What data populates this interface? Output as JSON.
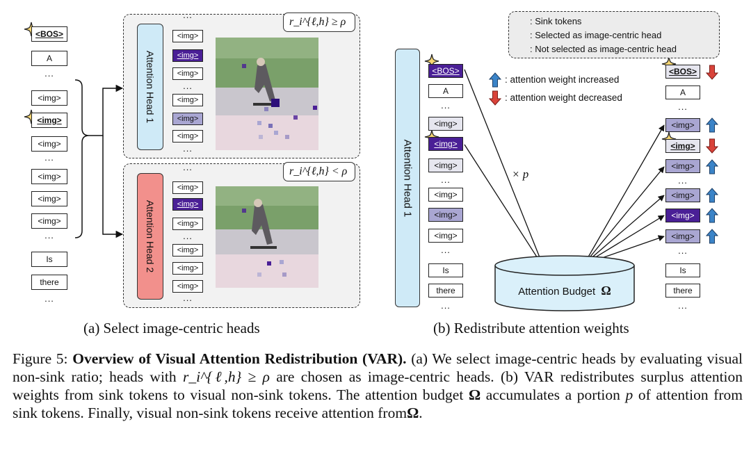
{
  "tokens": {
    "bos": "<BOS>",
    "a": "A",
    "img": "<img>",
    "is": "Is",
    "there": "there",
    "ellipsis": "..."
  },
  "panel_a": {
    "head1_label": "Attention Head 1",
    "head2_label": "Attention Head 2",
    "cond1": "r_i^{ℓ,h} ≥ ρ",
    "cond2": "r_i^{ℓ,h} < ρ",
    "caption": "(a) Select image-centric heads"
  },
  "panel_b": {
    "head_label": "Attention Head 1",
    "multiplier": "× p",
    "budget_label": "Attention Budget",
    "budget_symbol": "Ω",
    "caption": "(b) Redistribute attention weights"
  },
  "legend": {
    "sink": ": Sink tokens",
    "selected": ": Selected as image-centric head",
    "not_selected": ": Not selected as image-centric head",
    "increased": ": attention weight increased",
    "decreased": ": attention weight decreased"
  },
  "figure_caption": {
    "label": "Figure 5:",
    "title": "Overview of Visual Attention Redistribution (VAR).",
    "t1": "(a) We select image-centric heads by evaluating visual non-sink ratio; heads with",
    "t2": "are chosen as image-centric heads. (b) VAR redistributes surplus attention weights from sink tokens to visual non-sink tokens. The attention budget",
    "omega": "Ω",
    "t3": "accumulates a portion",
    "p": "p",
    "t4": "of attention from sink tokens. Finally, visual non-sink tokens receive attention from",
    "t5": "."
  },
  "colors": {
    "head_blue": "#cfeaf7",
    "head_red": "#f2908c",
    "budget_fill": "#daf0fa",
    "token_dark": "#4a1f96",
    "token_mid": "#7a71b8",
    "token_light": "#a9a6d2",
    "arrow_up": "#3b84c8",
    "arrow_down": "#d9433a",
    "star": "#f7d774"
  },
  "icons": [
    "sink-star-icon",
    "selected-ring-icon",
    "not-selected-cross-icon",
    "increase-arrow-icon",
    "decrease-arrow-icon"
  ]
}
